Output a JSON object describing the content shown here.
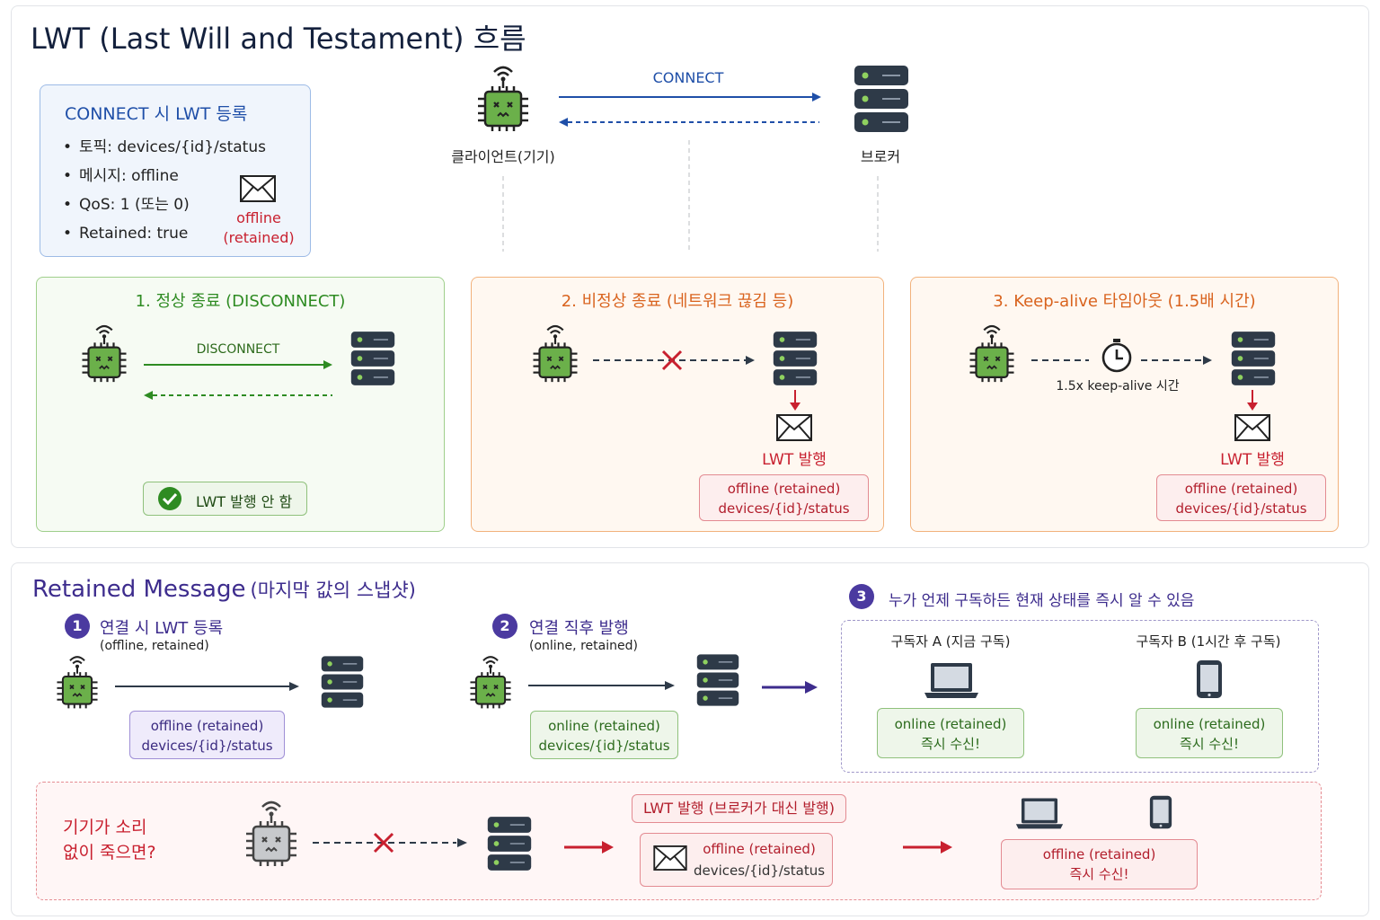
{
  "title": "LWT (Last Will and Testament) 흐름",
  "connect_box": {
    "title": "CONNECT 시 LWT 등록",
    "bullets": [
      "토픽: devices/{id}/status",
      "메시지: offline",
      "QoS: 1 (또는 0)",
      "Retained: true"
    ],
    "tag_line1": "offline",
    "tag_line2": "(retained)"
  },
  "top_flow": {
    "arrow_label": "CONNECT",
    "client_label": "클라이언트(기기)",
    "broker_label": "브로커"
  },
  "scenario1": {
    "title": "1. 정상 종료 (DISCONNECT)",
    "arrow_label": "DISCONNECT",
    "result": "LWT 발행 안 함"
  },
  "scenario2": {
    "title": "2. 비정상 종료 (네트워크 끊김 등)",
    "publish_label": "LWT 발행",
    "tag_line1": "offline (retained)",
    "tag_line2": "devices/{id}/status"
  },
  "scenario3": {
    "title": "3. Keep-alive 타임아웃 (1.5배 시간)",
    "timer_label": "1.5x keep-alive 시간",
    "publish_label": "LWT 발행",
    "tag_line1": "offline (retained)",
    "tag_line2": "devices/{id}/status"
  },
  "retained": {
    "title_main": "Retained Message",
    "title_sub": "(마지막 값의 스냅샷)",
    "step1": {
      "num": "1",
      "title": "연결 시 LWT 등록",
      "sub": "(offline, retained)",
      "tag_line1": "offline (retained)",
      "tag_line2": "devices/{id}/status"
    },
    "step2": {
      "num": "2",
      "title": "연결 직후 발행",
      "sub": "(online, retained)",
      "tag_line1": "online (retained)",
      "tag_line2": "devices/{id}/status"
    },
    "step3": {
      "num": "3",
      "title": "누가 언제 구독하든 현재 상태를 즉시 알 수 있음"
    },
    "subscriber_a": {
      "label": "구독자 A (지금 구독)",
      "tag_line1": "online (retained)",
      "tag_line2": "즉시 수신!"
    },
    "subscriber_b": {
      "label": "구독자 B (1시간 후 구독)",
      "tag_line1": "online (retained)",
      "tag_line2": "즉시 수신!"
    }
  },
  "death": {
    "question_line1": "기기가 소리",
    "question_line2": "없이 죽으면?",
    "broker_publish": "LWT 발행 (브로커가 대신 발행)",
    "tag_line1": "offline (retained)",
    "tag_line2": "devices/{id}/status",
    "result_line1": "offline (retained)",
    "result_line2": "즉시 수신!"
  },
  "colors": {
    "blue": "#1f4fa8",
    "green": "#2e8b22",
    "orange": "#d9631e",
    "red": "#c8202f",
    "purple": "#3d2c8d",
    "chip_green": "#6bb04a",
    "server_dark": "#2e3a48"
  }
}
